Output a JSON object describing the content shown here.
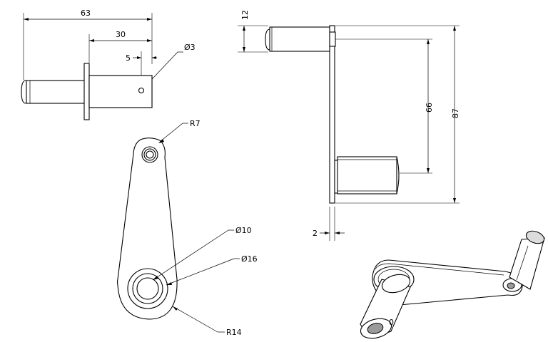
{
  "dimensions": {
    "top_left_overall": "63",
    "top_left_flange": "30",
    "top_left_hole_offset": "5",
    "top_left_hole_dia": "Ø3",
    "side_small": "12",
    "side_center": "66",
    "side_total": "87",
    "side_thickness": "2"
  },
  "arm": {
    "radius_small": "R7",
    "radius_large": "R14",
    "bore_dia": "Ø10",
    "boss_dia": "Ø16"
  },
  "iso": {
    "label": "0"
  }
}
